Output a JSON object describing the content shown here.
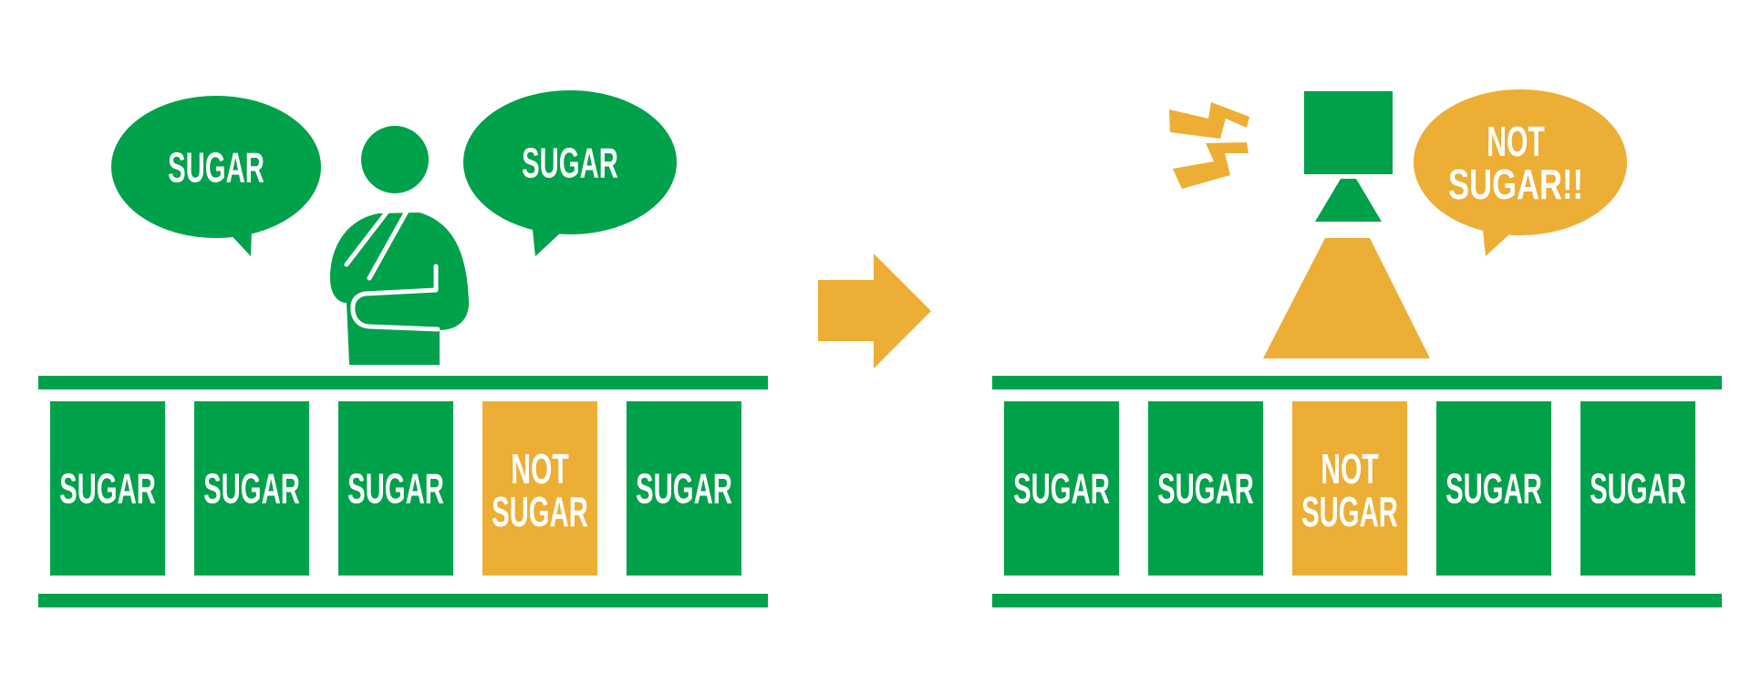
{
  "colors": {
    "green": "#00A14B",
    "gold": "#ECAE34",
    "text": "#FFFFFF"
  },
  "left_panel": {
    "bubbles": [
      {
        "lines": [
          "SUGAR"
        ]
      },
      {
        "lines": [
          "SUGAR"
        ]
      }
    ],
    "items": [
      {
        "lines": [
          "SUGAR"
        ],
        "kind": "sugar"
      },
      {
        "lines": [
          "SUGAR"
        ],
        "kind": "sugar"
      },
      {
        "lines": [
          "SUGAR"
        ],
        "kind": "sugar"
      },
      {
        "lines": [
          "NOT",
          "SUGAR"
        ],
        "kind": "not-sugar"
      },
      {
        "lines": [
          "SUGAR"
        ],
        "kind": "sugar"
      }
    ]
  },
  "right_panel": {
    "bubble": {
      "lines": [
        "NOT",
        "SUGAR!!"
      ]
    },
    "items": [
      {
        "lines": [
          "SUGAR"
        ],
        "kind": "sugar"
      },
      {
        "lines": [
          "SUGAR"
        ],
        "kind": "sugar"
      },
      {
        "lines": [
          "NOT",
          "SUGAR"
        ],
        "kind": "not-sugar"
      },
      {
        "lines": [
          "SUGAR"
        ],
        "kind": "sugar"
      },
      {
        "lines": [
          "SUGAR"
        ],
        "kind": "sugar"
      }
    ]
  },
  "icons": {
    "person": "person-thinking-icon",
    "arrow": "arrow-right-icon",
    "detector": "detector-lamp-icon",
    "alert": "alert-lightning-icon"
  }
}
